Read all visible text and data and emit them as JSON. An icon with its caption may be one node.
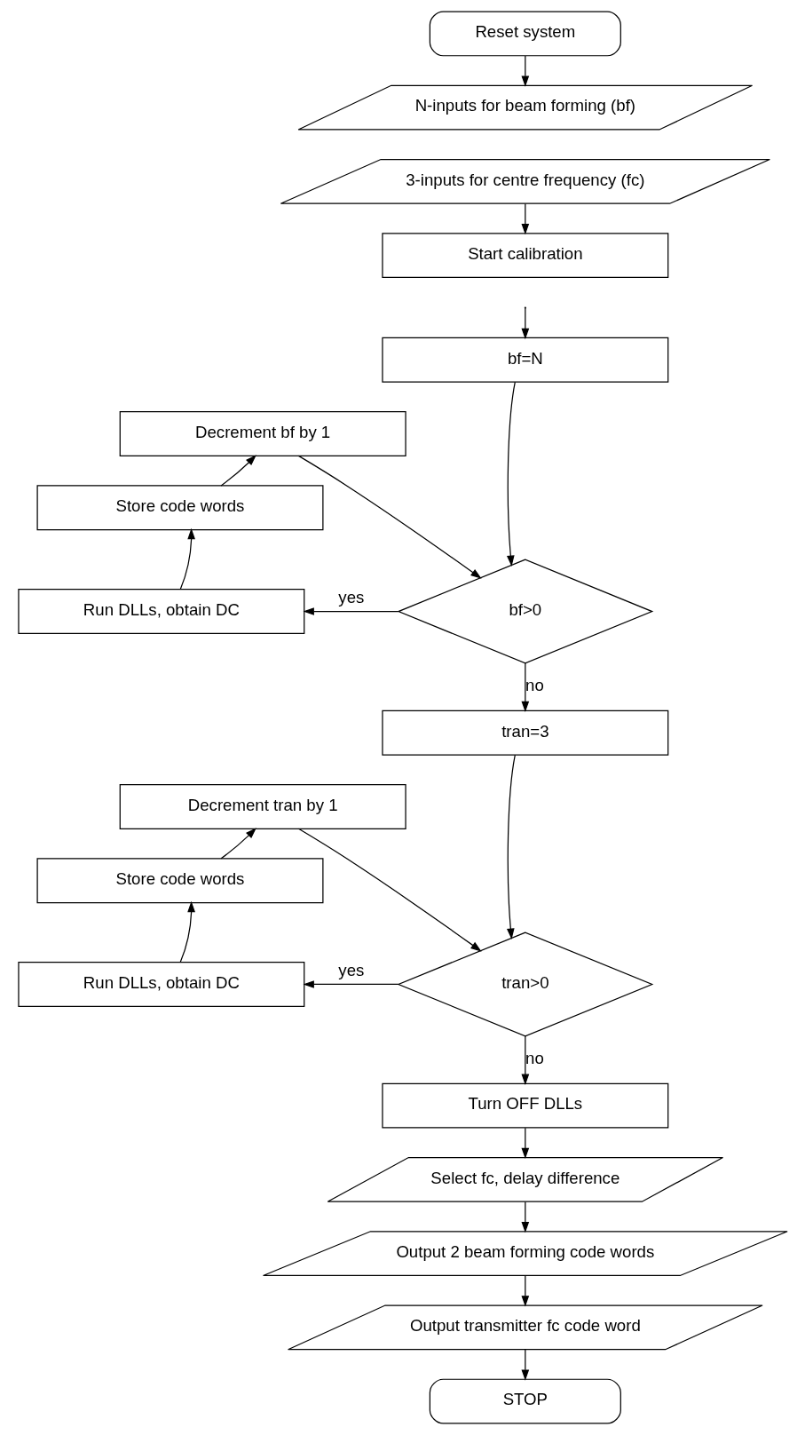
{
  "diagram": {
    "nodes": [
      {
        "text": [
          "Reset system"
        ]
      },
      {
        "text": [
          "N-inputs for beam forming (bf)"
        ]
      },
      {
        "text": [
          "3-inputs for centre frequency (fc)"
        ]
      },
      {
        "text": [
          "Start calibration"
        ]
      },
      {
        "text": [
          "bf=N"
        ]
      },
      {
        "text": [
          "Decrement bf by 1"
        ]
      },
      {
        "text": [
          "Store code words"
        ]
      },
      {
        "text": [
          "bf>0"
        ]
      },
      {
        "text": [
          "Run DLLs, obtain DC"
        ]
      },
      {
        "text": [
          "tran=3"
        ]
      },
      {
        "text": [
          "Decrement tran by 1"
        ]
      },
      {
        "text": [
          "Store code words"
        ]
      },
      {
        "text": [
          "tran>0"
        ]
      },
      {
        "text": [
          "Run DLLs, obtain DC"
        ]
      },
      {
        "text": [
          "Turn OFF DLLs"
        ]
      },
      {
        "text": [
          "Select fc, delay difference"
        ]
      },
      {
        "text": [
          "Output 2 beam forming code words"
        ]
      },
      {
        "text": [
          "Output transmitter fc code word"
        ]
      },
      {
        "text": [
          "STOP"
        ]
      }
    ],
    "edges": [
      {
        "from": 0,
        "to": 1,
        "arrow": "to"
      },
      {
        "from": 2,
        "to": 3,
        "arrow": "to"
      },
      {
        "from": null,
        "to": 4,
        "arrow": "to"
      },
      {
        "from": 4,
        "to": 7,
        "arrow": "to"
      },
      {
        "from": 5,
        "to": 7,
        "arrow": "to"
      },
      {
        "from": 7,
        "to": 8,
        "arrow": "to",
        "label": "yes"
      },
      {
        "from": 8,
        "to": 6,
        "arrow": "to"
      },
      {
        "from": 6,
        "to": 5,
        "arrow": "to"
      },
      {
        "from": 7,
        "to": 9,
        "arrow": "to",
        "label": "no"
      },
      {
        "from": 9,
        "to": 12,
        "arrow": "to"
      },
      {
        "from": 10,
        "to": 12,
        "arrow": "to"
      },
      {
        "from": 12,
        "to": 13,
        "arrow": "to",
        "label": "yes"
      },
      {
        "from": 13,
        "to": 11,
        "arrow": "to"
      },
      {
        "from": 11,
        "to": 10,
        "arrow": "to"
      },
      {
        "from": 12,
        "to": 14,
        "arrow": "to",
        "label": "no"
      },
      {
        "from": 14,
        "to": 15,
        "arrow": "to"
      },
      {
        "from": 15,
        "to": 16,
        "arrow": "to"
      },
      {
        "from": 16,
        "to": 17,
        "arrow": "to"
      },
      {
        "from": 17,
        "to": 18,
        "arrow": "to"
      }
    ]
  }
}
